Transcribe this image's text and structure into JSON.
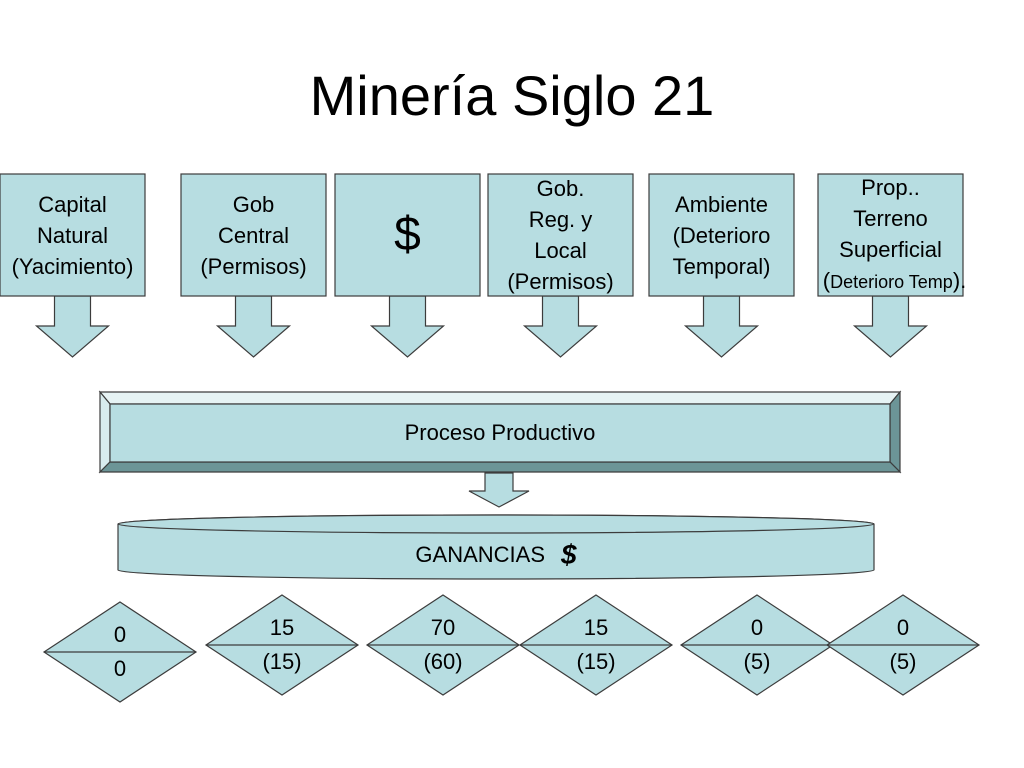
{
  "title": "Minería Siglo 21",
  "inputs": [
    {
      "lines": [
        "Capital",
        "Natural",
        "(Yacimiento)"
      ]
    },
    {
      "lines": [
        "Gob",
        "Central",
        "(Permisos)"
      ]
    },
    {
      "lines": [
        "$"
      ]
    },
    {
      "lines": [
        "Gob.",
        "Reg. y",
        "Local",
        "(Permisos)"
      ]
    },
    {
      "lines": [
        "Ambiente",
        "(Deterioro",
        "Temporal)"
      ]
    },
    {
      "lines": [
        "Prop..",
        "Terreno",
        "Superficial"
      ],
      "last_open": "(",
      "last_small": "Deterioro Temp",
      "last_close": ")."
    }
  ],
  "process_label": "Proceso Productivo",
  "profits": {
    "label": "GANANCIAS",
    "symbol": "$"
  },
  "distribution": [
    {
      "top": "0",
      "bottom": "0"
    },
    {
      "top": "15",
      "bottom": "(15)"
    },
    {
      "top": "70",
      "bottom": "(60)"
    },
    {
      "top": "15",
      "bottom": "(15)"
    },
    {
      "top": "0",
      "bottom": "(5)"
    },
    {
      "top": "0",
      "bottom": "(5)"
    }
  ],
  "colors": {
    "fill": "#b7dde1",
    "dark_fill": "#6c9597",
    "stroke": "#3c3c3c"
  }
}
